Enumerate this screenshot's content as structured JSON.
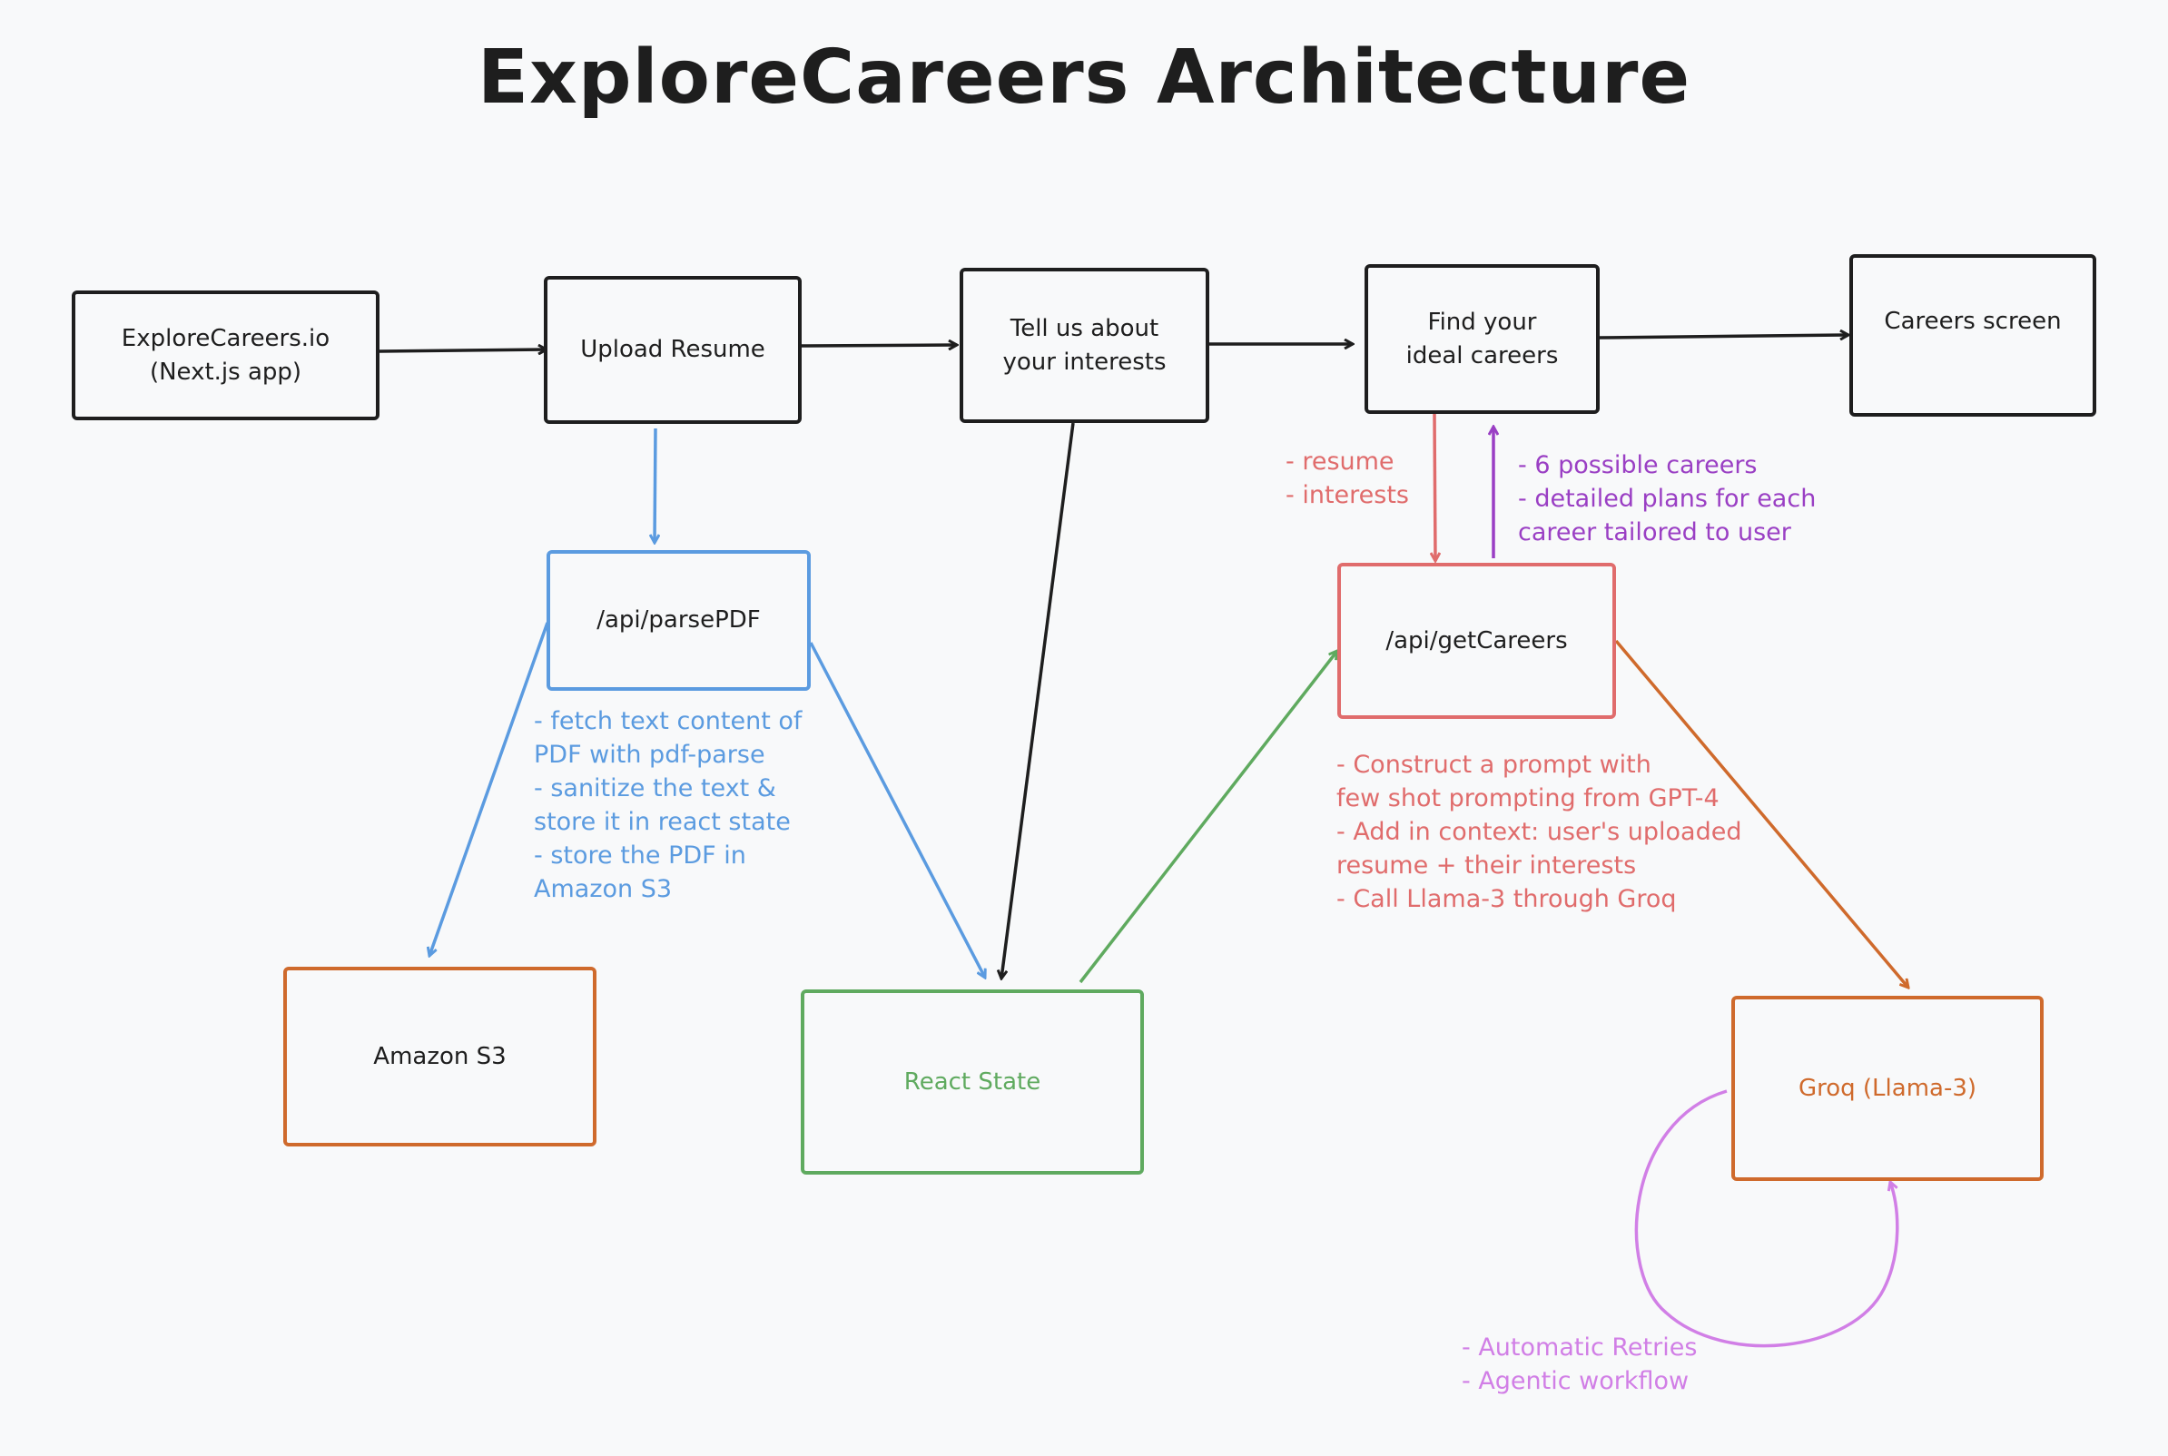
{
  "title": "ExploreCareers Architecture",
  "colors": {
    "ink": "#1e1e1e",
    "blue": "#5b9be0",
    "red": "#e06c6c",
    "purple": "#9a3fc4",
    "violet": "#d17fe6",
    "green": "#5faa5f",
    "orange": "#cf6a2c"
  },
  "nodes": {
    "app": "ExploreCareers.io\n(Next.js app)",
    "upload": "Upload Resume",
    "interests": "Tell us about\nyour interests",
    "find": "Find your\nideal careers",
    "careers_screen": "Careers screen",
    "parse_pdf": "/api/parsePDF",
    "get_careers": "/api/getCareers",
    "s3": "Amazon S3",
    "react_state": "React State",
    "groq": "Groq (Llama-3)"
  },
  "notes": {
    "parse_pdf": [
      "- fetch text content of",
      "PDF with pdf-parse",
      "- sanitize the text &",
      "store it in react state",
      "- store the PDF in",
      "Amazon S3"
    ],
    "request": [
      "- resume",
      "- interests"
    ],
    "response": [
      "- 6 possible careers",
      "- detailed plans for each",
      "career tailored to user"
    ],
    "get_careers": [
      "- Construct a prompt with",
      "few shot prompting from GPT-4",
      "- Add in context: user's uploaded",
      "resume + their interests",
      "- Call Llama-3 through Groq"
    ],
    "groq": [
      "- Automatic Retries",
      "- Agentic workflow"
    ]
  }
}
